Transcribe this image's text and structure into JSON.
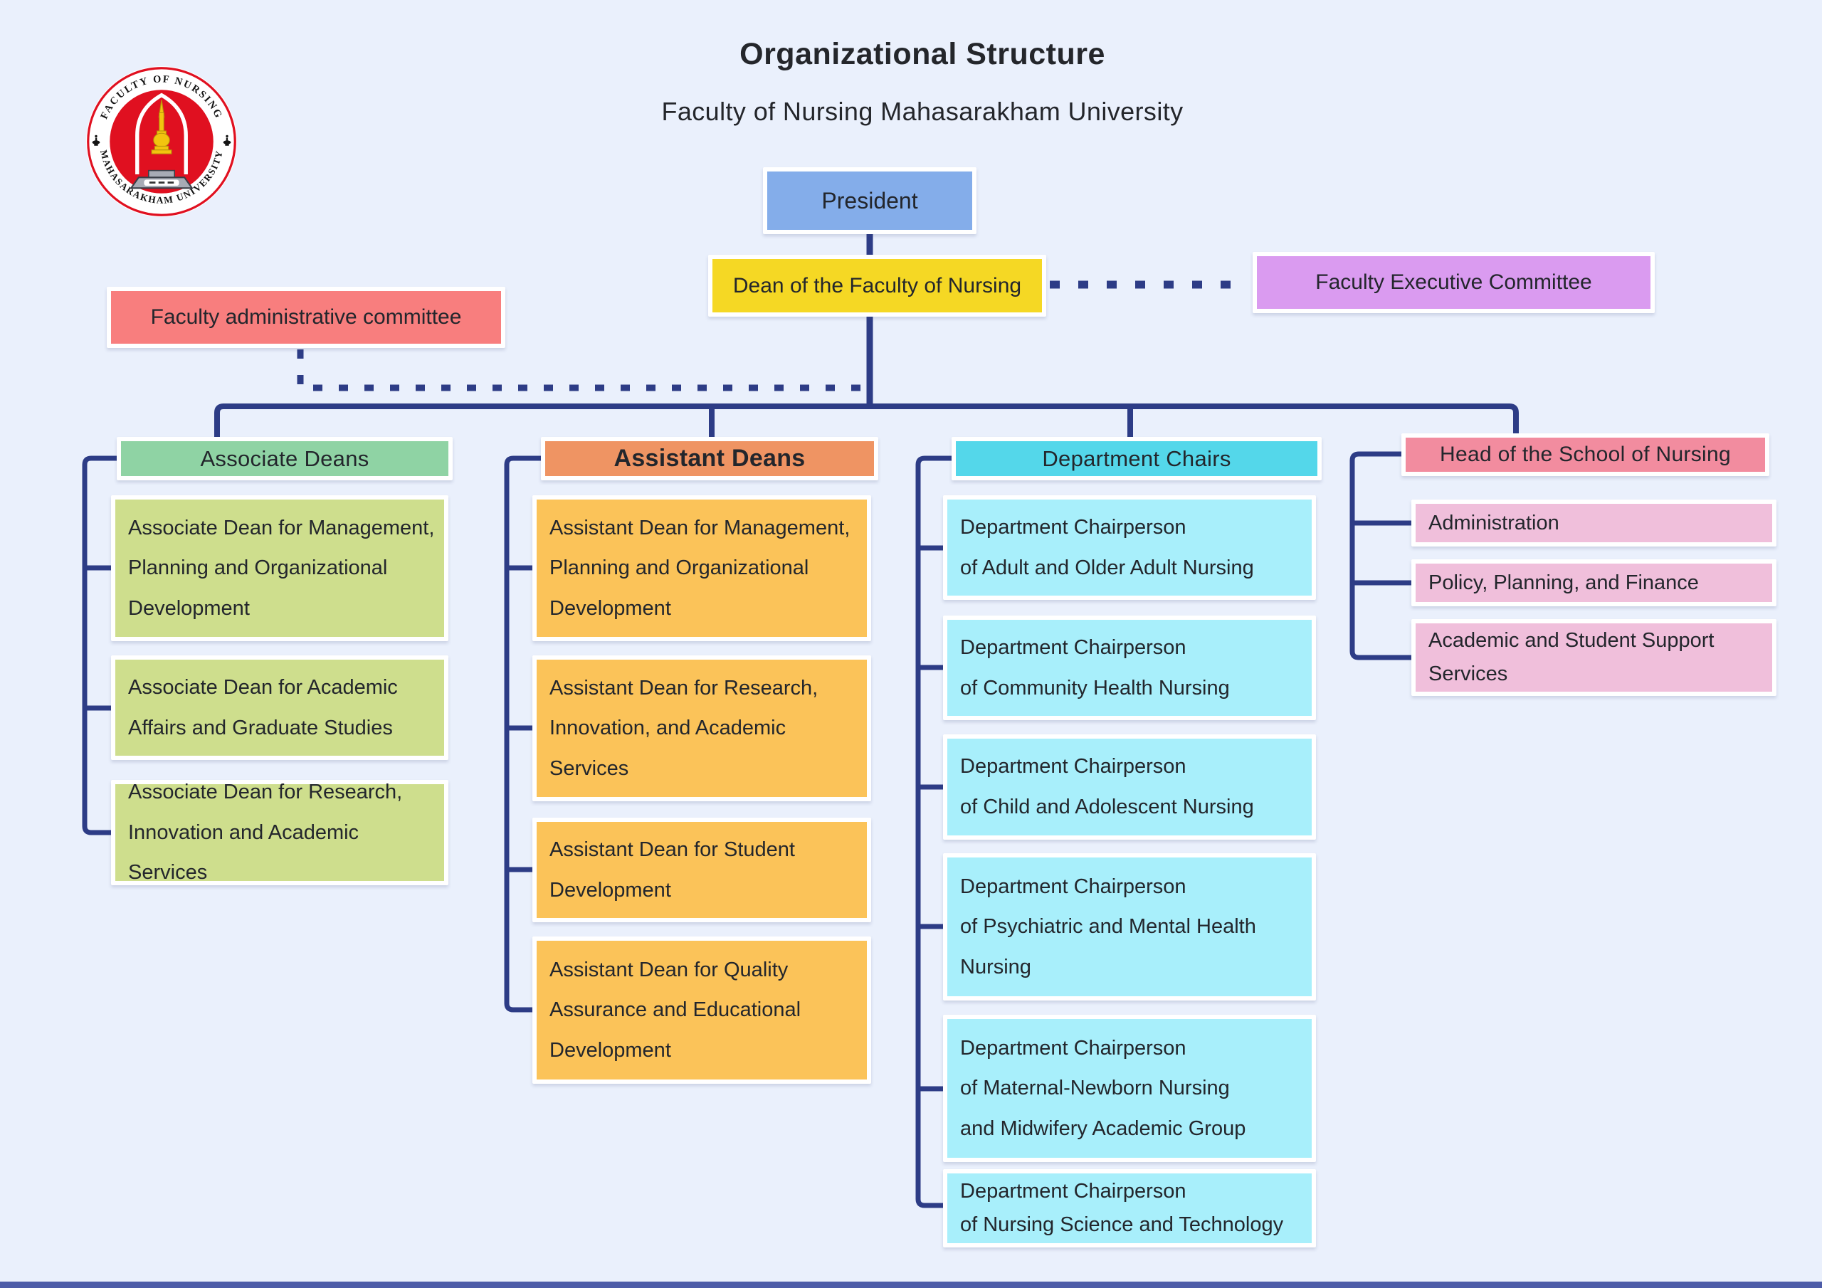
{
  "page": {
    "title": "Organizational Structure",
    "subtitle": "Faculty of Nursing Mahasarakham University"
  },
  "logo": {
    "arc_top": "FACULTY OF NURSING",
    "arc_bottom": "MAHASARAKHAM UNIVERSITY"
  },
  "top_nodes": {
    "president": "President",
    "dean": "Dean of the Faculty of Nursing",
    "executive_committee": "Faculty Executive Committee",
    "administrative_committee": "Faculty administrative committee"
  },
  "colors": {
    "background": "#EAF0FC",
    "connector": "#2D3C86",
    "president": "#84ADEA",
    "dean": "#F5D824",
    "executive_committee": "#DA9BF0",
    "administrative_committee": "#F87E7E",
    "associate_header": "#8FD3A4",
    "associate_item": "#CEDE8D",
    "assistant_header": "#EF9463",
    "assistant_item": "#FBC359",
    "department_header": "#54D7EA",
    "department_item": "#A8EFFB",
    "school_header": "#F28C9F",
    "school_item": "#F0BFDB",
    "seal_red": "#E01020",
    "seal_gold": "#F2C40F",
    "bottom_bar": "#4D5CA8"
  },
  "columns": [
    {
      "header": "Associate Deans",
      "items": [
        "Associate Dean for Management,\nPlanning and Organizational\nDevelopment",
        "Associate Dean for Academic\nAffairs and Graduate Studies",
        "Associate Dean for Research,\nInnovation and Academic Services"
      ]
    },
    {
      "header": "Assistant Deans",
      "items": [
        "Assistant Dean for Management,\nPlanning and Organizational\nDevelopment",
        "Assistant Dean for Research,\nInnovation, and Academic\nServices",
        "Assistant Dean for Student\nDevelopment",
        "Assistant Dean for Quality\nAssurance and Educational\nDevelopment"
      ]
    },
    {
      "header": "Department Chairs",
      "items": [
        "Department Chairperson\nof Adult and Older Adult Nursing",
        "Department Chairperson\nof Community Health Nursing",
        "Department Chairperson\nof Child and Adolescent Nursing",
        "Department Chairperson\nof Psychiatric and Mental Health\nNursing",
        "Department Chairperson\nof Maternal-Newborn Nursing\nand Midwifery Academic Group",
        "Department Chairperson\nof Nursing Science and Technology"
      ]
    },
    {
      "header": "Head of the School of Nursing",
      "items": [
        "Administration",
        "Policy, Planning, and Finance",
        "Academic and Student Support\nServices"
      ]
    }
  ]
}
